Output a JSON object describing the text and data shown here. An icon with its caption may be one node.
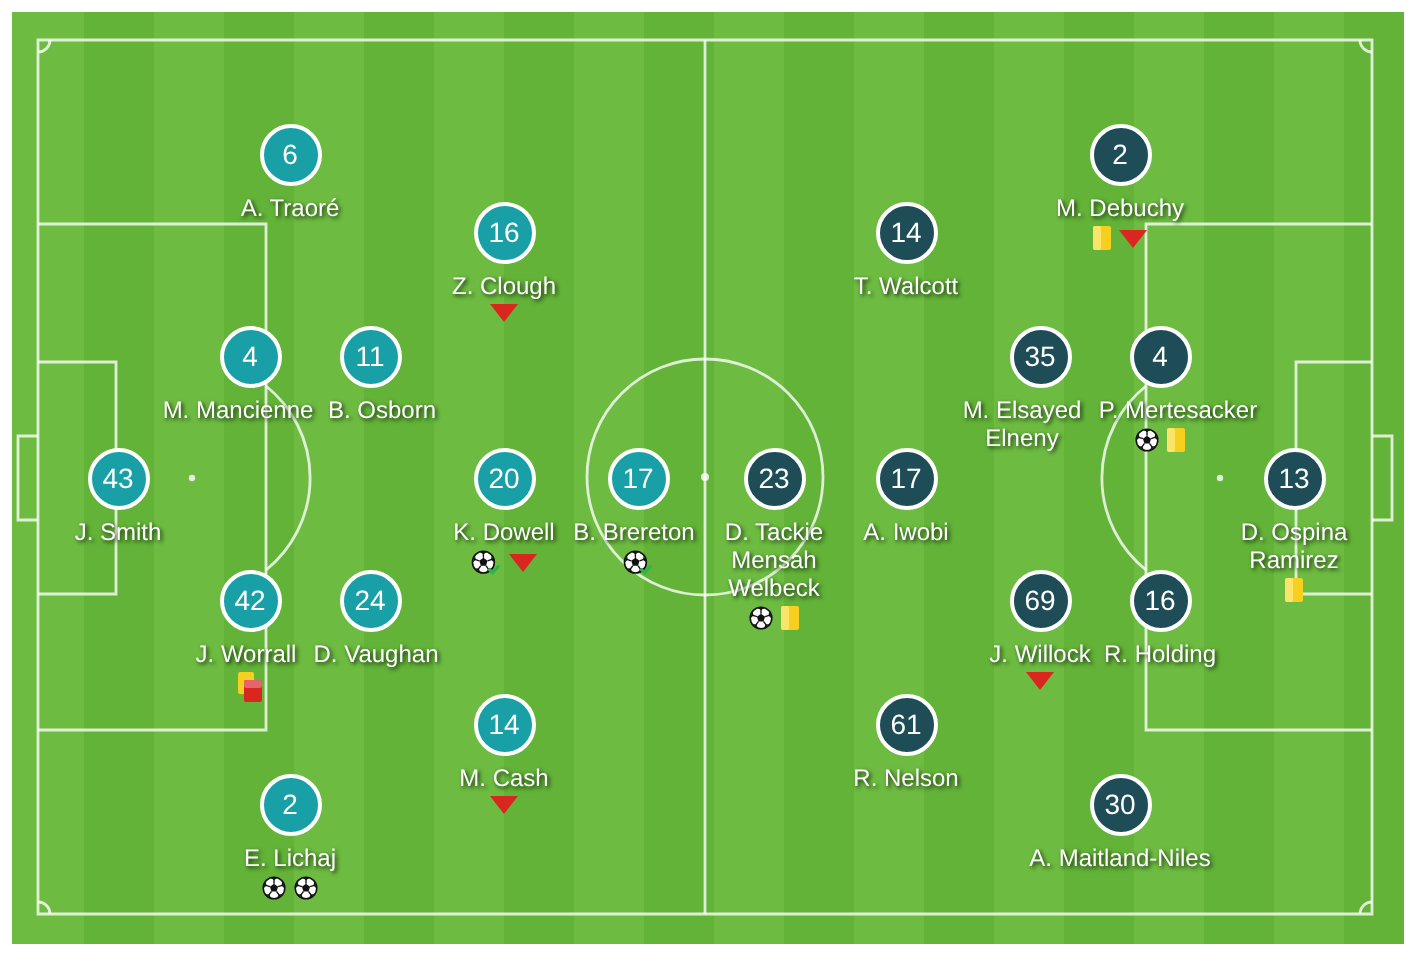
{
  "diagram": {
    "nodes": [
      {
        "text": [
          "6"
        ],
        "beside": [
          "A. Traoré"
        ]
      },
      {
        "text": [
          "2"
        ],
        "beside": [
          "M. Debuchy"
        ]
      },
      {
        "text": [
          "16"
        ],
        "beside": [
          "Z. Clough"
        ]
      },
      {
        "text": [
          "14"
        ],
        "beside": [
          "T. Walcott"
        ]
      },
      {
        "text": [
          "4"
        ],
        "beside": [
          "M. Mancienne"
        ]
      },
      {
        "text": [
          "11"
        ],
        "beside": [
          "B. Osborn"
        ]
      },
      {
        "text": [
          "35"
        ],
        "beside": [
          "M. Elsayed Elneny"
        ]
      },
      {
        "text": [
          "4"
        ],
        "beside": [
          "P. Mertesacker"
        ]
      },
      {
        "text": [
          "43"
        ],
        "beside": [
          "J. Smith"
        ]
      },
      {
        "text": [
          "20"
        ],
        "beside": [
          "K. Dowell"
        ]
      },
      {
        "text": [
          "17"
        ],
        "beside": [
          "B. Brereton"
        ]
      },
      {
        "text": [
          "23"
        ],
        "beside": [
          "D. Tackie Mensah Welbeck"
        ]
      },
      {
        "text": [
          "17"
        ],
        "beside": [
          "A. Iwobi"
        ]
      },
      {
        "text": [
          "13"
        ],
        "beside": [
          "D. Ospina Ramirez"
        ]
      },
      {
        "text": [
          "42"
        ],
        "beside": [
          "J. Worrall"
        ]
      },
      {
        "text": [
          "24"
        ],
        "beside": [
          "D. Vaughan"
        ]
      },
      {
        "text": [
          "69"
        ],
        "beside": [
          "J. Willock"
        ]
      },
      {
        "text": [
          "16"
        ],
        "beside": [
          "R. Holding"
        ]
      },
      {
        "text": [
          "14"
        ],
        "beside": [
          "M. Cash"
        ]
      },
      {
        "text": [
          "61"
        ],
        "beside": [
          "R. Nelson"
        ]
      },
      {
        "text": [
          "2"
        ],
        "beside": [
          "E. Lichaj"
        ]
      },
      {
        "text": [
          "30"
        ],
        "beside": [
          "A. Maitland-Niles"
        ]
      }
    ]
  }
}
